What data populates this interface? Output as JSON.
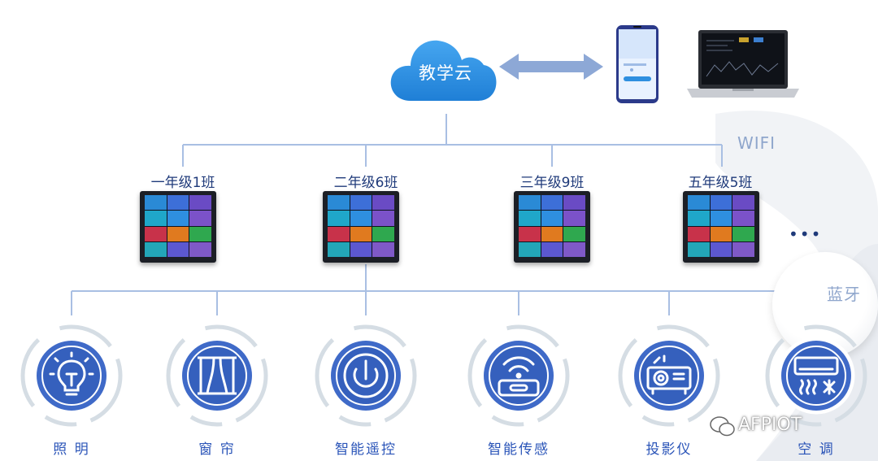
{
  "cloud": {
    "label": "教学云"
  },
  "network": {
    "wifi_label": "WIFI",
    "bluetooth_label": "蓝牙",
    "more_label": "•••"
  },
  "classes": [
    {
      "label": "一年级1班"
    },
    {
      "label": "二年级6班"
    },
    {
      "label": "三年级9班"
    },
    {
      "label": "五年级5班"
    }
  ],
  "devices": [
    {
      "label": "照 明",
      "icon": "bulb-icon"
    },
    {
      "label": "窗 帘",
      "icon": "curtain-icon"
    },
    {
      "label": "智能遥控",
      "icon": "remote-icon"
    },
    {
      "label": "智能传感",
      "icon": "sensor-icon"
    },
    {
      "label": "投影仪",
      "icon": "projector-icon"
    },
    {
      "label": "空 调",
      "icon": "air-conditioner-icon"
    }
  ],
  "brand": {
    "label": "AFPIOT"
  },
  "colors": {
    "line": "#a9bfe3",
    "cloud": "#2f8fe0",
    "ring": "#3f6ac8",
    "label": "#2a54b8",
    "panel_tiles": [
      "#2a8ad6",
      "#3d6fd8",
      "#6a4bc4",
      "#1fa7c9",
      "#2e8fe0",
      "#7b52c9",
      "#c8324a",
      "#e07a1f",
      "#2fa84f",
      "#23a6b8",
      "#5c58d0",
      "#7f59c7"
    ]
  }
}
